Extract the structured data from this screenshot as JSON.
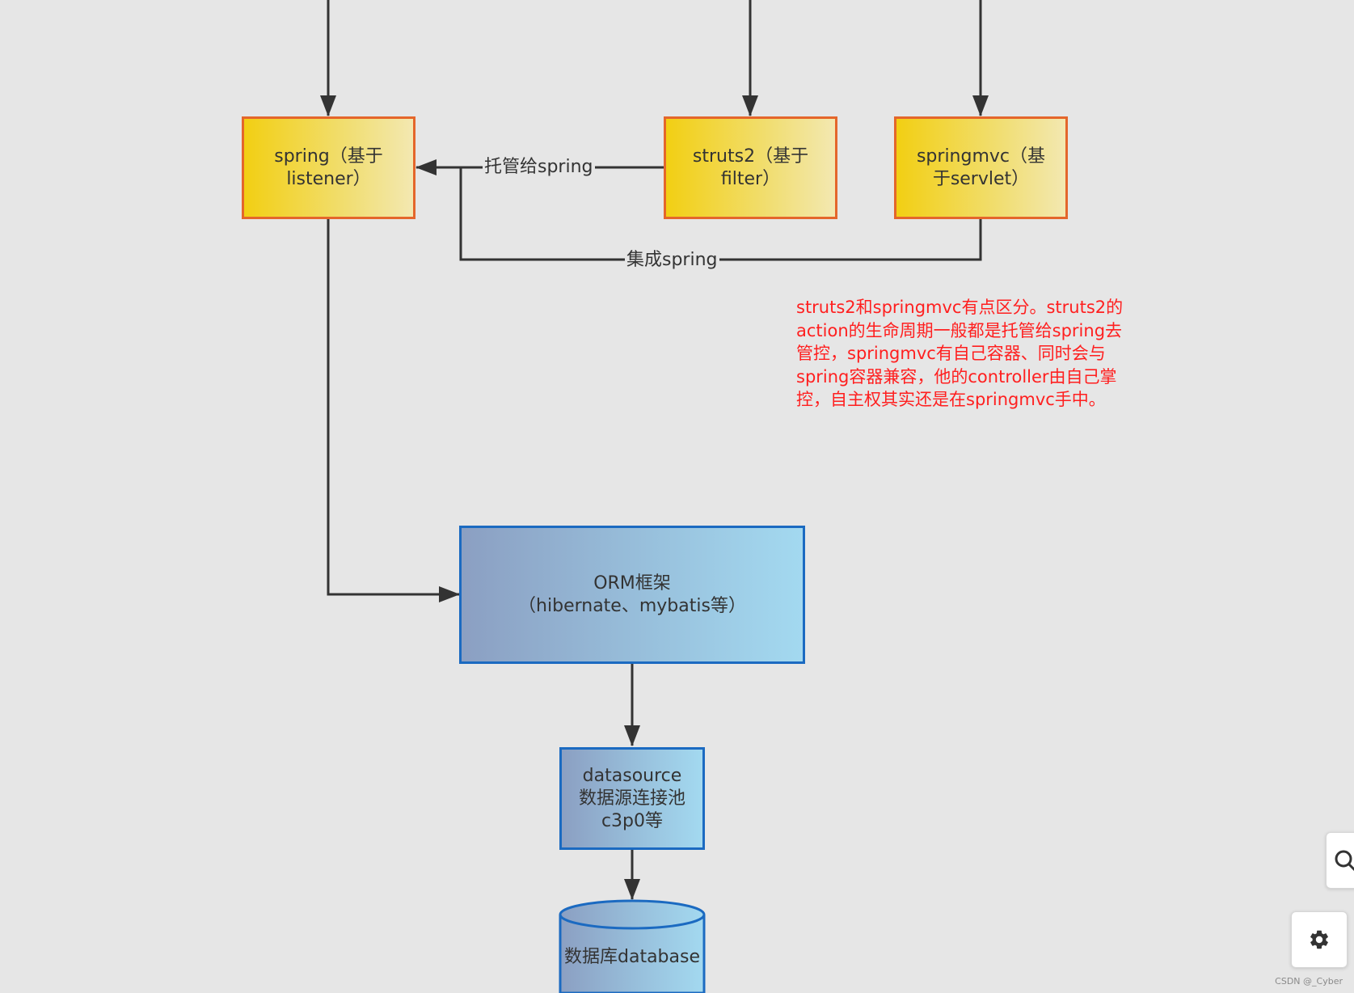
{
  "nodes": {
    "spring": "spring（基于\nlistener）",
    "struts2": "struts2（基于\nfilter）",
    "springmvc": "springmvc（基\n于servlet）",
    "orm": "ORM框架\n（hibernate、mybatis等）",
    "datasource": "datasource\n数据源连接池\nc3p0等",
    "database": "数据库database"
  },
  "edge_labels": {
    "struts_to_spring": "托管给spring",
    "springmvc_to_spring": "集成spring"
  },
  "note": "struts2和springmvc有点区分。struts2的\naction的生命周期一般都是托管给spring去\n管控，springmvc有自己容器、同时会与\nspring容器兼容，他的controller由自己掌\n控，自主权其实还是在springmvc手中。",
  "toolbar": {
    "search_icon": "search-icon",
    "settings_icon": "gear-icon"
  },
  "watermark": "CSDN @_Cyber",
  "colors": {
    "background": "#e6e6e6",
    "yellow_border": "#e4662b",
    "blue_border": "#1b6ac1",
    "note_text": "#ff1f1f",
    "line": "#333333"
  }
}
